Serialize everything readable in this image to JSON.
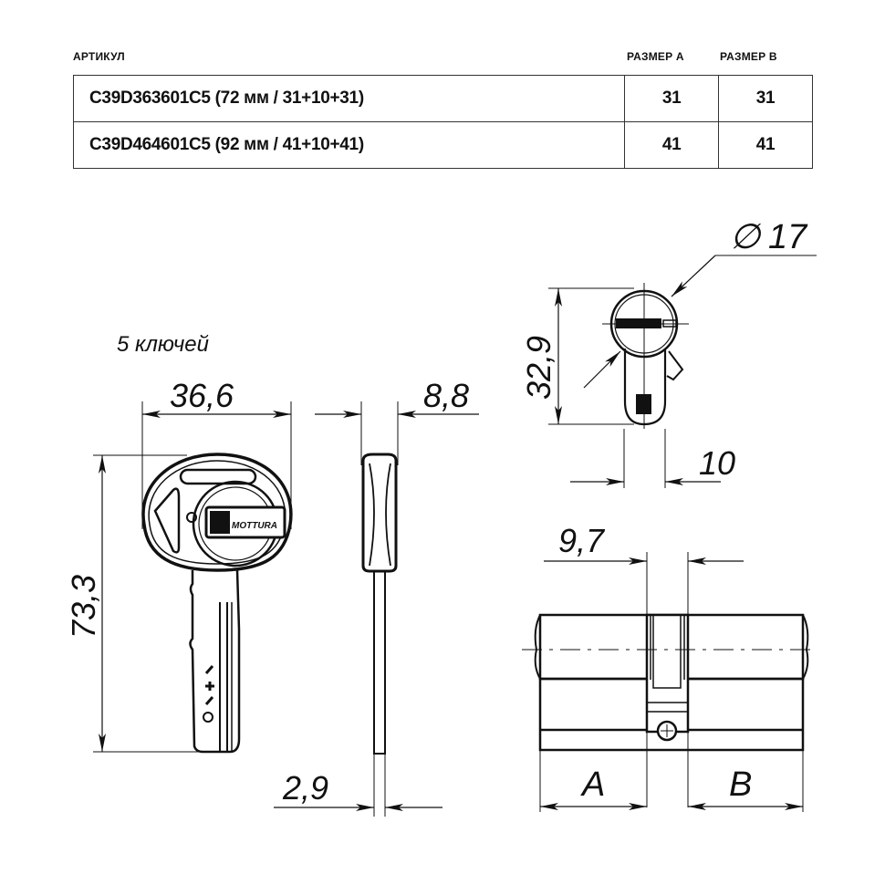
{
  "table": {
    "headers": {
      "article": "АРТИКУЛ",
      "size_a": "РАЗМЕР А",
      "size_b": "РАЗМЕР В"
    },
    "rows": [
      {
        "article": "C39D363601C5 (72 мм / 31+10+31)",
        "size_a": "31",
        "size_b": "31"
      },
      {
        "article": "C39D464601C5 (92 мм / 41+10+41)",
        "size_a": "41",
        "size_b": "41"
      }
    ]
  },
  "drawing": {
    "keys_note": "5 ключей",
    "key_front": {
      "width": "36,6",
      "length": "73,3",
      "logo": "MOTTURA"
    },
    "key_side": {
      "head_thickness": "8,8",
      "blade_thickness": "2,9"
    },
    "cylinder_end": {
      "diameter_symbol": "∅",
      "diameter": "17",
      "height": "32,9",
      "cam_width": "10"
    },
    "cylinder_side": {
      "cam_slot": "9,7",
      "label_a": "A",
      "label_b": "B"
    }
  }
}
